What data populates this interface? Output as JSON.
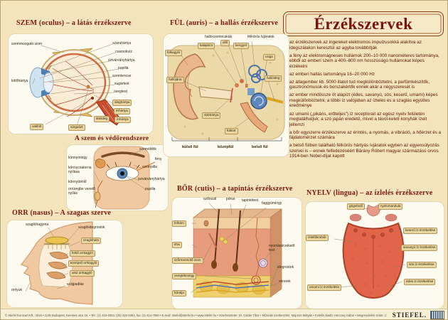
{
  "poster": {
    "title": "Érzékszervek",
    "brand": "STIEFEL.",
    "footer": "© Stiefel Eurocart Kft., 2015 • 1135 Budapest, Kerekes utca 15. • Tel.: (1) 415-0353, (20) 415-0353, fax: (1) 414-7080 • E-mail: stiefel@stiefel.hu • www.stiefel.hu • Szerkesztette: Dr. Csider Tibor • Műszaki szerkesztés: Majoros Mátyás • Felelős kiadó: Herczeg Gábor • Megrendelési szám: 175867K"
  },
  "facts": [
    "az érzékszervek az ingereket elektromos impulzusokká alakítva az idegszálakon keresztül az agyba továbbítják",
    "a fény az elektromágneses hullámok 200–10 000 nanométeres tartománya, ebből az emberi szem a 400–800 nm hosszúságú hullámokat képes érzékelni",
    "az emberi hallás tartománya 16–20 000 Hz",
    "az átlagember kb. 5000 illatot tud megkülönböztetni, a parfümkészítők, gasztronómusok és borszakértők ennek akár a négyszeresét is",
    "az ember mindössze öt alapízt (édes, savanyú, sós, keserű, umami) képes megkülönböztetni, a többi íz valójában az ízlelés és a szaglás együttes eredménye",
    "az umami („pikáns, erőteljes”) íz receptorait az egész nyelv felületén megtalálhatjuk; a szó japán eredetű, mivel a távol-keleti konyhák ízeit jellemzi",
    "a bőr egyszerre érzékszerve az érintés, a nyomás, a vibráció, a hőérzet és a fájdalomérzet számára",
    "a belső fülben található félkörös hártyás ívjáratok egyben az egyensúlyozás szervei is – ennek felfedezéséért Bárány Róbert magyar származású orvos 1914-ben Nobel-díjat kapott"
  ],
  "eye": {
    "title": "SZEM (oculus) – a látás érzékszerve",
    "labels": [
      "szaruhártya",
      "csarnokvíz",
      "szivárványhártya",
      "pupilla",
      "szemlencse",
      "sugártest",
      "üvegtest",
      "ideghártya",
      "érhártya",
      "ínhártya",
      "szemmozgató izom",
      "kötőhártya",
      "vakfolt",
      "sárgafolt",
      "látóideg"
    ]
  },
  "protection": {
    "title": "A szem és védőrendszere",
    "labels": [
      "könnymirigy",
      "könnycsatorna nyílása",
      "könnytömlő",
      "orrüregbe vezető nyílás",
      "szemöldök",
      "fény",
      "szempilla",
      "szivárványhártya",
      "pupilla"
    ]
  },
  "nose": {
    "title": "ORR (nasus) – A szaglás szerve",
    "labels": [
      "szaglóhagyma",
      "szaglóidegrostok",
      "szaglóhám",
      "felső orrkagyló",
      "középső orrkagyló",
      "alsó orrkagyló",
      "szájpadlás",
      "orrlyuk"
    ]
  },
  "ear": {
    "title": "FÜL (auris) – a hallás érzékszerve",
    "labels": [
      "hallócsontocskák",
      "kalapács",
      "üllő",
      "kengyel",
      "félkörös ívjáratok",
      "csiga",
      "hallóideg",
      "fülkagyló",
      "hallójárat",
      "dobhártya",
      "fülkürt"
    ],
    "regions": [
      "külső fül",
      "középfül",
      "belső fül"
    ]
  },
  "skin": {
    "title": "BŐR (cutis) – a tapintás érzékszerve",
    "labels": [
      "szőrszál",
      "pórus",
      "tapintótest",
      "faggyúmirigy",
      "felhám",
      "irha",
      "szőrmerevítő izom",
      "verejtékmirigy",
      "bőralja",
      "nyomásérzékelő test",
      "idegrostok",
      "vérerek"
    ]
  },
  "tongue": {
    "title": "NYELV (lingua) – az ízlelés érzékszerve",
    "labels": [
      "gégefedő",
      "nyelvmandula",
      "keserű íz érzékelése",
      "savanyú íz érzékelése",
      "sós íz érzékelése",
      "édes íz érzékelése",
      "ízlelőbimbók",
      "umami íz érzékelése"
    ]
  }
}
